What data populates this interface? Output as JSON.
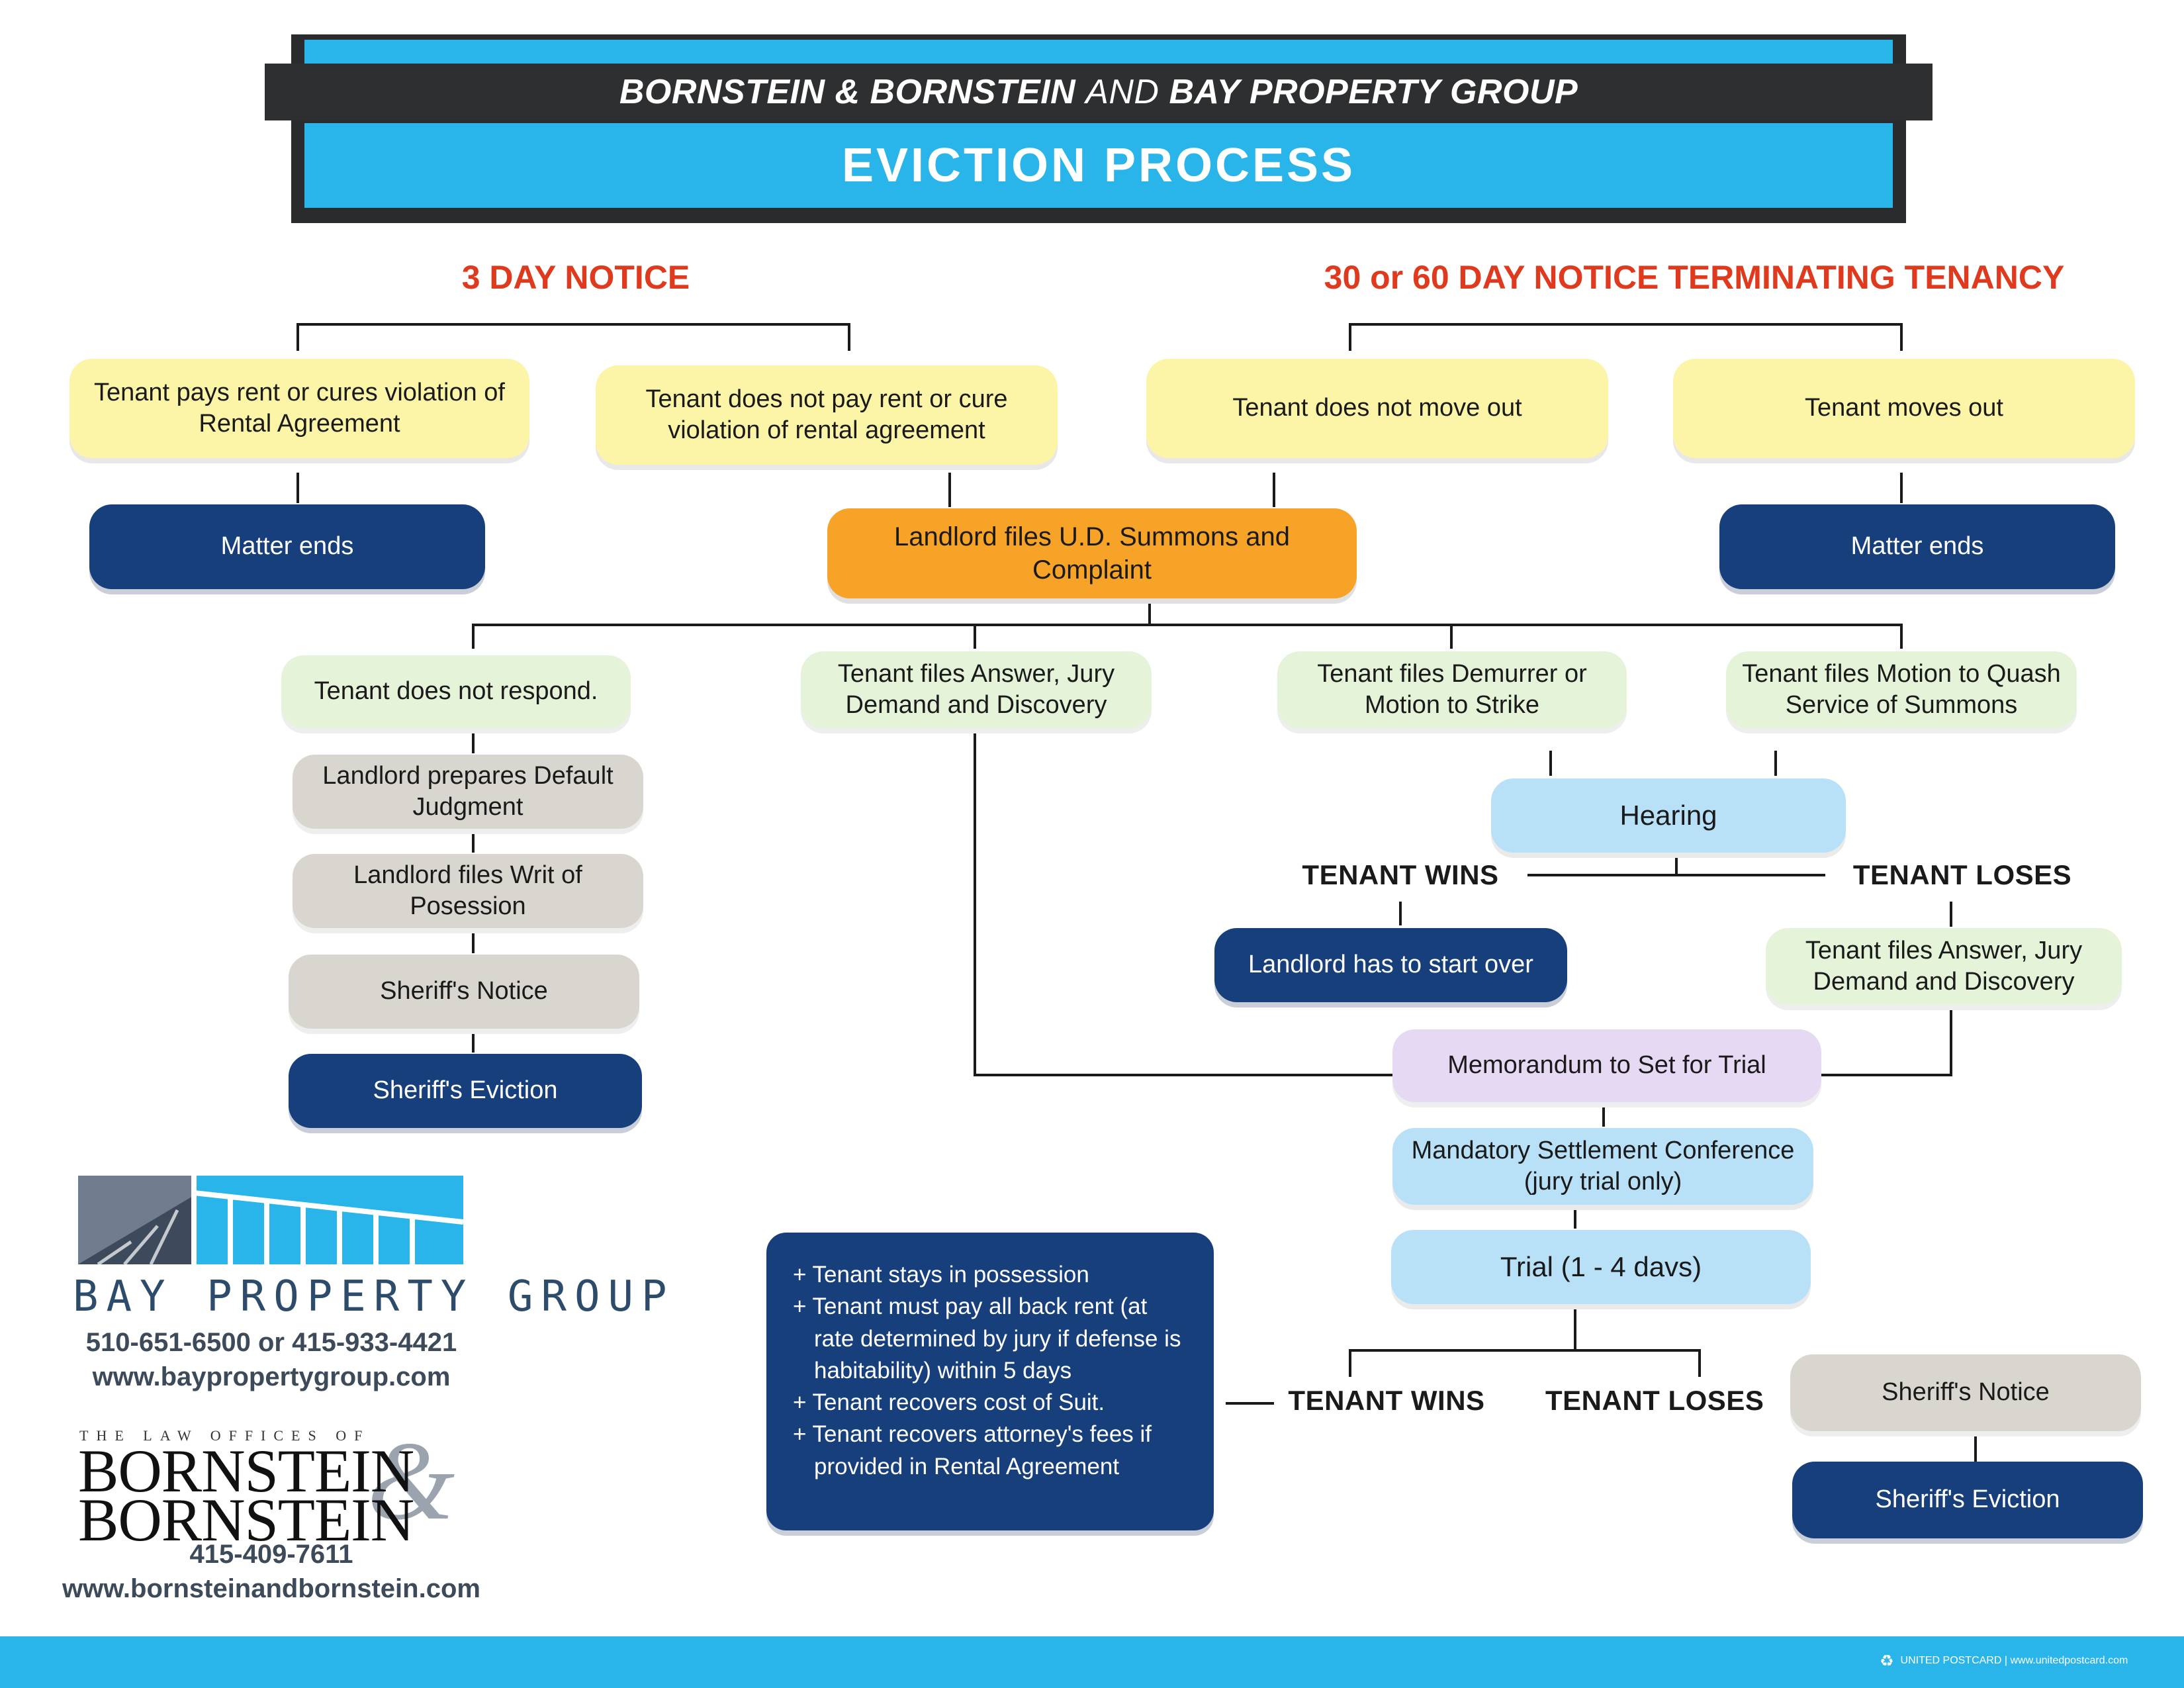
{
  "header": {
    "org_part1": "BORNSTEIN & BORNSTEIN",
    "org_and": "AND",
    "org_part2": "BAY PROPERTY GROUP",
    "title": "EVICTION PROCESS"
  },
  "sections": {
    "three_day": "3 DAY NOTICE",
    "thirty_sixty": "30 or 60 DAY NOTICE TERMINATING TENANCY"
  },
  "nodes": {
    "tenant_pays": "Tenant pays rent or cures violation of Rental Agreement",
    "tenant_not_pay": "Tenant does not pay rent or cure violation of rental agreement",
    "tenant_not_move": "Tenant does not move out",
    "tenant_moves": "Tenant moves out",
    "matter_ends_left": "Matter ends",
    "landlord_files_ud": "Landlord files U.D. Summons and Complaint",
    "matter_ends_right": "Matter ends",
    "no_respond": "Tenant does not respond.",
    "answer_jury": "Tenant files Answer, Jury Demand and Discovery",
    "demurrer": "Tenant files Demurrer or Motion to Strike",
    "motion_quash": "Tenant files Motion to Quash Service of Summons",
    "default_judgment": "Landlord prepares Default Judgment",
    "writ": "Landlord files Writ of Posession",
    "sheriff_notice_left": "Sheriff's Notice",
    "sheriff_eviction_left": "Sheriff's Eviction",
    "hearing": "Hearing",
    "tenant_wins_hearing": "TENANT WINS",
    "tenant_loses_hearing": "TENANT LOSES",
    "landlord_start_over": "Landlord has to start over",
    "answer_jury_2": "Tenant files Answer, Jury Demand and Discovery",
    "memorandum": "Memorandum to Set for Trial",
    "settlement": "Mandatory Settlement Conference (jury trial only)",
    "trial": "Trial (1 - 4 davs)",
    "tenant_wins_trial": "TENANT WINS",
    "tenant_loses_trial": "TENANT LOSES",
    "sheriff_notice_right": "Sheriff's Notice",
    "sheriff_eviction_right": "Sheriff's Eviction"
  },
  "win_outcomes": [
    "+ Tenant stays in possession",
    "+ Tenant must pay all back rent (at rate determined by jury if defense is habitability) within 5 days",
    "+ Tenant recovers cost of Suit.",
    "+ Tenant recovers attorney's fees if provided in Rental Agreement"
  ],
  "bay_property": {
    "name": "BAY PROPERTY GROUP",
    "phones": "510-651-6500 or 415-933-4421",
    "website": "www.baypropertygroup.com"
  },
  "bornstein": {
    "law_offices": "THE LAW OFFICES OF",
    "name_line1": "BORNSTEIN",
    "name_line2": "BORNSTEIN",
    "amp": "&",
    "phone": "415-409-7611",
    "website": "www.bornsteinandbornstein.com"
  },
  "footer": {
    "brand": "UNITED POSTCARD | www.unitedpostcard.com"
  },
  "colors": {
    "accent_blue": "#29b5ea",
    "navy": "#173f7c",
    "orange": "#f7a328",
    "yellow": "#fcf5a7",
    "heading_red": "#e03a1e"
  }
}
